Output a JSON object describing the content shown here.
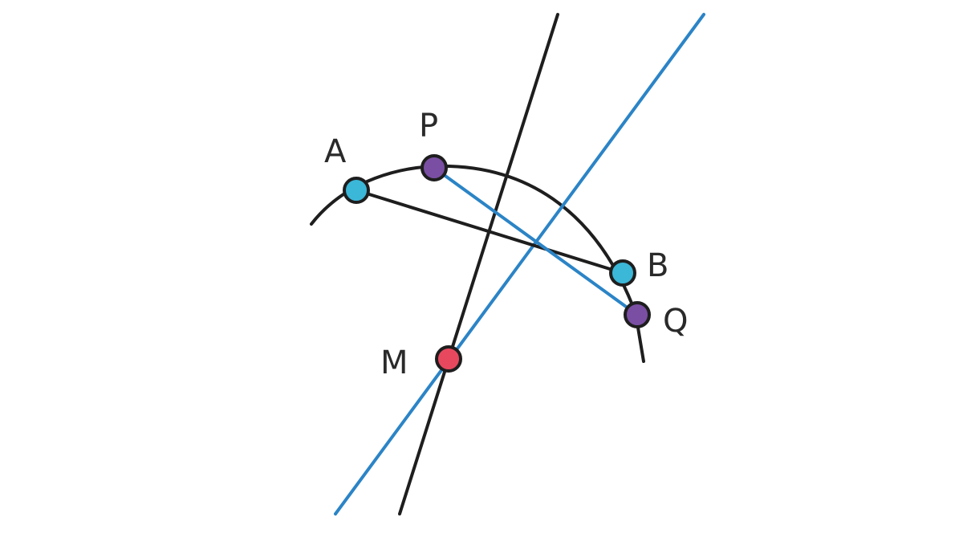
{
  "diagram": {
    "points": [
      {
        "key": "A",
        "label": "A",
        "color": "#3bb7d8"
      },
      {
        "key": "P",
        "label": "P",
        "color": "#7a4fa3"
      },
      {
        "key": "B",
        "label": "B",
        "color": "#3bb7d8"
      },
      {
        "key": "Q",
        "label": "Q",
        "color": "#7a4fa3"
      },
      {
        "key": "M",
        "label": "M",
        "color": "#e8485e"
      }
    ],
    "colors": {
      "stroke_black": "#1e1e1e",
      "stroke_blue": "#2b84c6",
      "outline": "#1e1e1e"
    }
  }
}
